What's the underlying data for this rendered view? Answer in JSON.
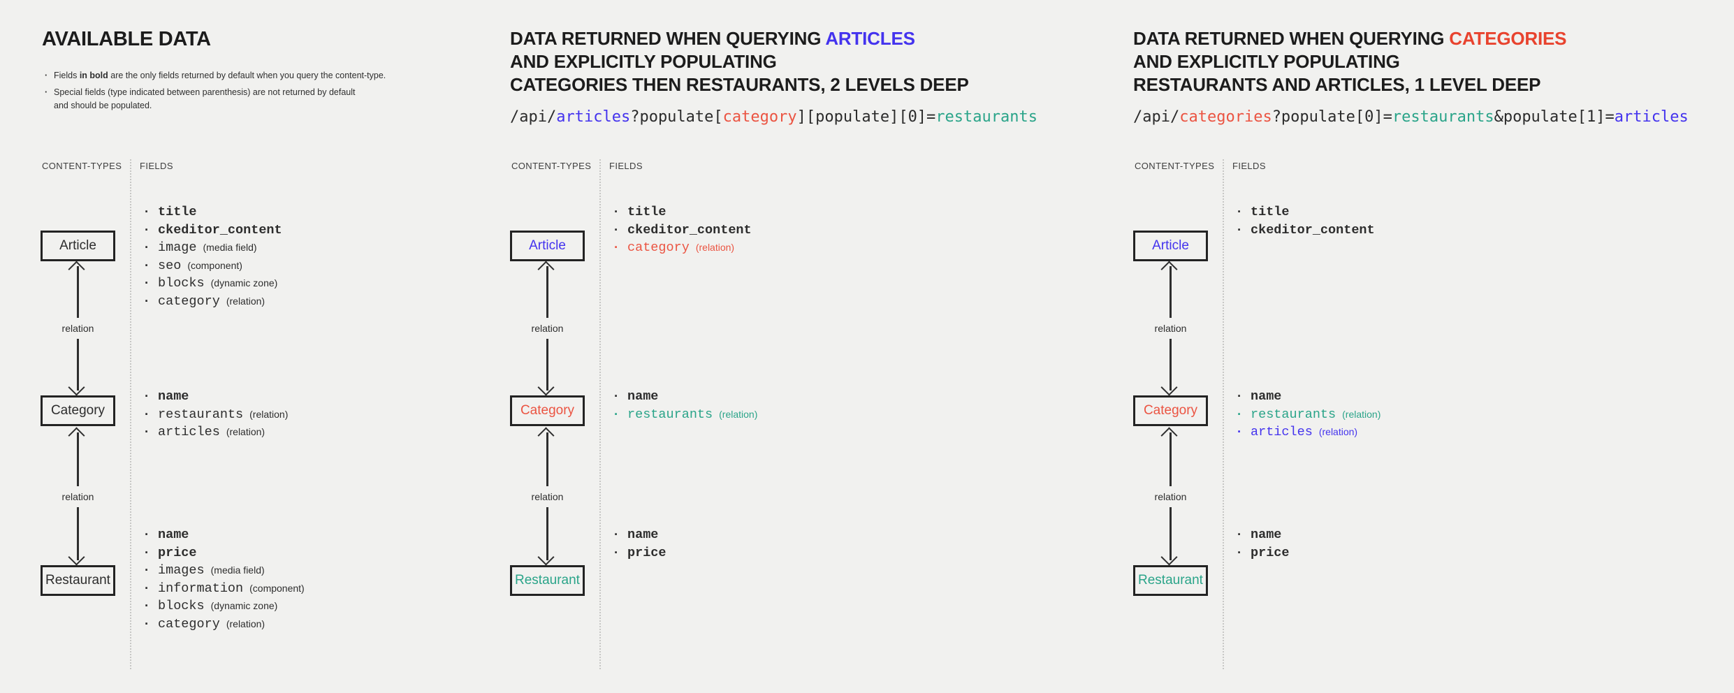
{
  "colors": {
    "blue": "#4433ee",
    "red": "#eb5442",
    "title_red": "#e8432e",
    "teal": "#2aa489",
    "ink": "#2d2d2d",
    "background": "#f1f1ef"
  },
  "left": {
    "title": "AVAILABLE DATA",
    "notes": {
      "n1_pre": "Fields ",
      "n1_bold": "in bold",
      "n1_post": " are the only fields returned by default when you query the content-type.",
      "n2_line1": "Special fields (type indicated between parenthesis) are not returned by default",
      "n2_line2": "and should be populated."
    },
    "content_types_header": "CONTENT-TYPES",
    "fields_header": "FIELDS",
    "boxes": {
      "article": "Article",
      "category": "Category",
      "restaurant": "Restaurant"
    },
    "relation_label_1": "relation",
    "relation_label_2": "relation",
    "article_fields": [
      {
        "name": "title",
        "type": ""
      },
      {
        "name": "ckeditor_content",
        "type": ""
      },
      {
        "name": "image",
        "type": "(media field)"
      },
      {
        "name": "seo",
        "type": "(component)"
      },
      {
        "name": "blocks",
        "type": "(dynamic zone)"
      },
      {
        "name": "category",
        "type": "(relation)"
      }
    ],
    "category_fields": [
      {
        "name": "name",
        "type": ""
      },
      {
        "name": "restaurants",
        "type": "(relation)"
      },
      {
        "name": "articles",
        "type": "(relation)"
      }
    ],
    "restaurant_fields": [
      {
        "name": "name",
        "type": ""
      },
      {
        "name": "price",
        "type": ""
      },
      {
        "name": "images",
        "type": "(media field)"
      },
      {
        "name": "information",
        "type": "(component)"
      },
      {
        "name": "blocks",
        "type": "(dynamic zone)"
      },
      {
        "name": "category",
        "type": "(relation)"
      }
    ]
  },
  "middle": {
    "title_pre": "DATA RETURNED WHEN QUERYING ",
    "title_highlight": "ARTICLES",
    "title_line2": "AND EXPLICITLY POPULATING",
    "title_line3": "CATEGORIES THEN RESTAURANTS, 2 LEVELS DEEP",
    "url": {
      "p1": "/api/",
      "p2": "articles",
      "p3": "?populate[",
      "p4": "category",
      "p5": "][populate][0]=",
      "p6": "restaurants"
    },
    "content_types_header": "CONTENT-TYPES",
    "fields_header": "FIELDS",
    "boxes": {
      "article": "Article",
      "category": "Category",
      "restaurant": "Restaurant"
    },
    "relation_label_1": "relation",
    "relation_label_2": "relation",
    "article_fields": [
      {
        "name": "title",
        "type": ""
      },
      {
        "name": "ckeditor_content",
        "type": ""
      },
      {
        "name": "category",
        "type": "(relation)"
      }
    ],
    "category_fields": [
      {
        "name": "name",
        "type": ""
      },
      {
        "name": "restaurants",
        "type": "(relation)"
      }
    ],
    "restaurant_fields": [
      {
        "name": "name",
        "type": ""
      },
      {
        "name": "price",
        "type": ""
      }
    ]
  },
  "right": {
    "title_pre": "DATA RETURNED WHEN QUERYING ",
    "title_highlight": "CATEGORIES",
    "title_line2": "AND EXPLICITLY POPULATING",
    "title_line3": "RESTAURANTS AND ARTICLES, 1 LEVEL DEEP",
    "url": {
      "p1": "/api/",
      "p2": "categories",
      "p3": "?populate[0]=",
      "p4": "restaurants",
      "p5": "&populate[1]=",
      "p6": "articles"
    },
    "content_types_header": "CONTENT-TYPES",
    "fields_header": "FIELDS",
    "boxes": {
      "article": "Article",
      "category": "Category",
      "restaurant": "Restaurant"
    },
    "relation_label_1": "relation",
    "relation_label_2": "relation",
    "article_fields": [
      {
        "name": "title",
        "type": ""
      },
      {
        "name": "ckeditor_content",
        "type": ""
      }
    ],
    "category_fields": [
      {
        "name": "name",
        "type": ""
      },
      {
        "name": "restaurants",
        "type": "(relation)"
      },
      {
        "name": "articles",
        "type": "(relation)"
      }
    ],
    "restaurant_fields": [
      {
        "name": "name",
        "type": ""
      },
      {
        "name": "price",
        "type": ""
      }
    ]
  }
}
